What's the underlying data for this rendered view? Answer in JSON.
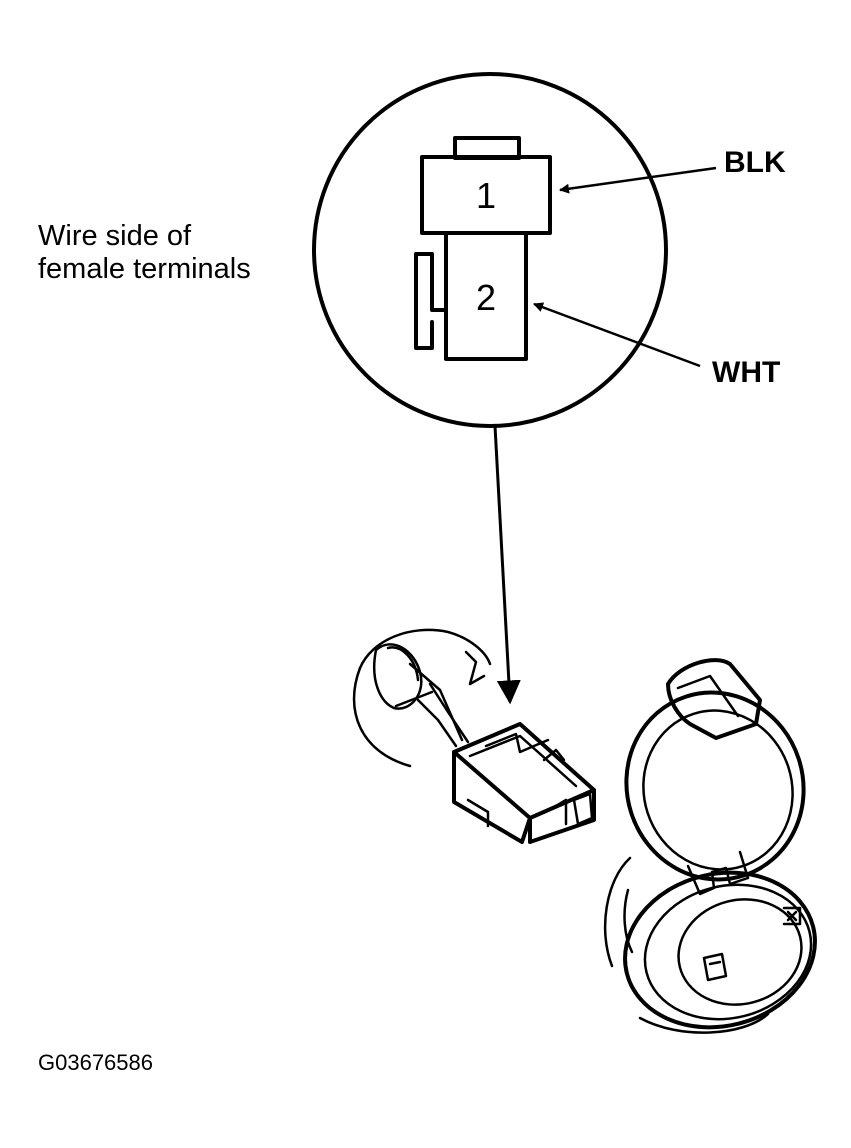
{
  "callouts": {
    "wire_side_line1": "Wire side of",
    "wire_side_line2": "female terminals",
    "blk": "BLK",
    "wht": "WHT"
  },
  "terminals": {
    "terminal_1": "1",
    "terminal_2": "2"
  },
  "figure_id": "G03676586"
}
